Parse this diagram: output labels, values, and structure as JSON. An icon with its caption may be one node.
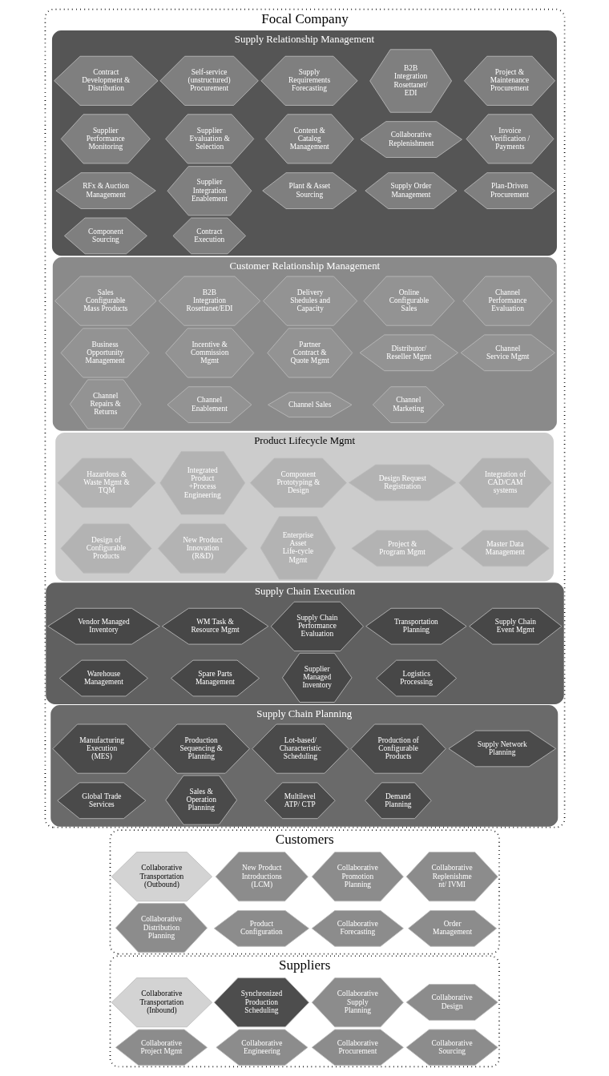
{
  "diagram": {
    "nodes": [
      {
        "text": [
          "Suppliers"
        ]
      },
      {
        "text": [
          "Collaborative Design"
        ],
        "in": 0
      },
      {
        "text": [
          "Collaborative Project Mgmt"
        ],
        "in": 0
      },
      {
        "text": [
          "Collaborative Engineering"
        ],
        "in": 0
      },
      {
        "text": [
          "Synchronized Production Scheduling"
        ],
        "in": 0
      },
      {
        "text": [
          "Collaborative Supply Planning"
        ],
        "in": 0
      },
      {
        "text": [
          "Collaborative Procurement"
        ],
        "in": 0
      },
      {
        "text": [
          "Collaborative Sourcing"
        ],
        "in": 0
      },
      {
        "text": [
          "Collaborative Transportation (Inbound)"
        ],
        "in": 0
      },
      {
        "text": [
          "Focal Company"
        ]
      },
      {
        "text": [
          "Supply Relationship Management"
        ],
        "in": 9
      },
      {
        "text": [
          "Plant & Asset Sourcing"
        ],
        "in": 10
      },
      {
        "text": [
          "Project & Maintenance Procurement"
        ],
        "in": 10
      },
      {
        "text": [
          "Component Sourcing"
        ],
        "in": 10
      },
      {
        "text": [
          "Supplier Evaluation & Selection"
        ],
        "in": 10
      },
      {
        "text": [
          "Contract Development & Distribution"
        ],
        "in": 10
      },
      {
        "text": [
          "RFx & Auction Management"
        ],
        "in": 10
      },
      {
        "text": [
          "Supply Requirements Forecasting"
        ],
        "in": 10
      },
      {
        "text": [
          "Contract Execution"
        ],
        "in": 10
      },
      {
        "text": [
          "Content & Catalog Management"
        ],
        "in": 10
      },
      {
        "text": [
          "Plan-Driven Procurement"
        ],
        "in": 10
      },
      {
        "text": [
          "Self-service (unstructured) Procurement"
        ],
        "in": 10
      },
      {
        "text": [
          "Supply Order Management"
        ],
        "in": 10
      },
      {
        "text": [
          "Invoice Verification / Payments"
        ],
        "in": 10
      },
      {
        "text": [
          "Collaborative Replenishment"
        ],
        "in": 10
      },
      {
        "text": [
          "B2B Integration Rosettanet/ EDI"
        ],
        "in": 10
      },
      {
        "text": [
          "Supplier Integration Enablement"
        ],
        "in": 10
      },
      {
        "text": [
          "Supplier Performance Monitoring"
        ],
        "in": 10
      },
      {
        "text": [
          "Product Lifecycle Mgmt"
        ],
        "in": 9
      },
      {
        "text": [
          "New Product Innovation (R&D)"
        ],
        "in": 28
      },
      {
        "text": [
          "Project & Program Mgmt"
        ],
        "in": 28
      },
      {
        "text": [
          "Enterprise Asset Life-cycle Mgmt"
        ],
        "in": 28
      },
      {
        "text": [
          "Integrated Product +Process Engineering"
        ],
        "in": 28
      },
      {
        "text": [
          "Design of Configurable Products"
        ],
        "in": 28
      },
      {
        "text": [
          "Component Prototyping & Design"
        ],
        "in": 28
      },
      {
        "text": [
          "Integration of CAD/CAM systems"
        ],
        "in": 28
      },
      {
        "text": [
          "Hazardous & Waste Mgmt & TQM"
        ],
        "in": 28
      },
      {
        "text": [
          "Master Data Management"
        ],
        "in": 28
      },
      {
        "text": [
          "Design Request Registration"
        ],
        "in": 28
      },
      {
        "text": [
          "Supply Chain Planning"
        ],
        "in": 9
      },
      {
        "text": [
          "Demand Planning"
        ],
        "in": 39
      },
      {
        "text": [
          "Supply Network Planning"
        ],
        "in": 39
      },
      {
        "text": [
          "Multilevel ATP/ CTP"
        ],
        "in": 39
      },
      {
        "text": [
          "Production Sequencing & Planning"
        ],
        "in": 39
      },
      {
        "text": [
          "Lot-based/ Characteristic Scheduling"
        ],
        "in": 39
      },
      {
        "text": [
          "Production of Configurable Products"
        ],
        "in": 39
      },
      {
        "text": [
          "Manufacturing Execution (MES)"
        ],
        "in": 39
      },
      {
        "text": [
          "Sales & Operation Planning"
        ],
        "in": 39
      },
      {
        "text": [
          "Global Trade Services"
        ],
        "in": 39
      },
      {
        "text": [
          "Supply Chain Execution"
        ],
        "in": 9
      },
      {
        "text": [
          "Logistics Processing"
        ],
        "in": 49
      },
      {
        "text": [
          "Transportation Planning"
        ],
        "in": 49
      },
      {
        "text": [
          "Warehouse Management"
        ],
        "in": 49
      },
      {
        "text": [
          "Vendor Managed Inventory"
        ],
        "in": 49
      },
      {
        "text": [
          "WM Task & Resource Mgmt"
        ],
        "in": 49
      },
      {
        "text": [
          "Supplier Managed Inventory"
        ],
        "in": 49
      },
      {
        "text": [
          "Supply Chain Event Mgmt"
        ],
        "in": 49
      },
      {
        "text": [
          "Supply Chain Performance Evaluation"
        ],
        "in": 49
      },
      {
        "text": [
          "Spare Parts Management"
        ],
        "in": 49
      },
      {
        "text": [
          "Customer Relationship Management"
        ],
        "in": 9
      },
      {
        "text": [
          "Channel Marketing"
        ],
        "in": 59
      },
      {
        "text": [
          "Business Opportunity Management"
        ],
        "in": 59
      },
      {
        "text": [
          "Partner Contract & Quote Mgmt"
        ],
        "in": 59
      },
      {
        "text": [
          "Channel Sales"
        ],
        "in": 59
      },
      {
        "text": [
          "Online Configurable Sales"
        ],
        "in": 59
      },
      {
        "text": [
          "Sales Configurable Mass Products"
        ],
        "in": 59
      },
      {
        "text": [
          "Distributor/ Reseller Mgmt"
        ],
        "in": 59
      },
      {
        "text": [
          "Incentive & Commission Mgmt"
        ],
        "in": 59
      },
      {
        "text": [
          "Delivery Shedules and Capacity"
        ],
        "in": 59
      },
      {
        "text": [
          "Channel Service Mgmt"
        ],
        "in": 59
      },
      {
        "text": [
          "Channel Performance Evaluation"
        ],
        "in": 59
      },
      {
        "text": [
          "Channel Repairs & Returns"
        ],
        "in": 59
      },
      {
        "text": [
          "Channel Enablement"
        ],
        "in": 59
      },
      {
        "text": [
          "B2B Integration Rosettanet/EDI"
        ],
        "in": 59
      },
      {
        "text": [
          "Customers"
        ]
      },
      {
        "text": [
          "Collaborative Forecasting"
        ],
        "in": 74
      },
      {
        "text": [
          "Collaborative Promotion Planning"
        ],
        "in": 74
      },
      {
        "text": [
          "New Product Introductions (LCM)"
        ],
        "in": 74
      },
      {
        "text": [
          "Collaborative Replenishme nt/ IVMI"
        ],
        "in": 74
      },
      {
        "text": [
          "Order Management"
        ],
        "in": 74
      },
      {
        "text": [
          "Product Configuration"
        ],
        "in": 74
      },
      {
        "text": [
          "Collaborative Distribution Planning"
        ],
        "in": 74
      },
      {
        "text": [
          "Collaborative Transportation (Outbound)"
        ],
        "in": 74
      }
    ],
    "edges": []
  }
}
